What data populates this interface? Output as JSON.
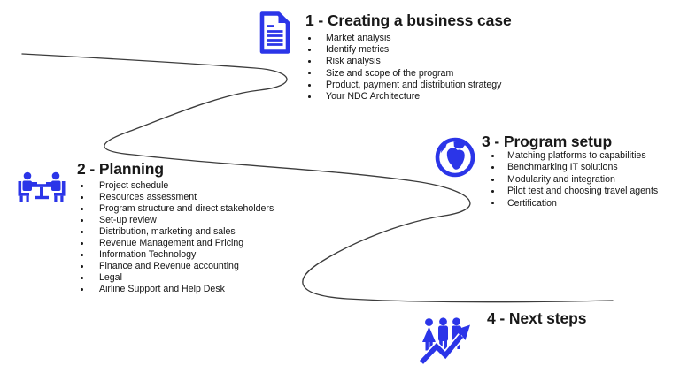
{
  "colors": {
    "icon_blue": "#2B35E8",
    "line": "#3C3C3C",
    "text": "#161616"
  },
  "steps": [
    {
      "title": "1 - Creating a business case",
      "icon": "document-icon",
      "bullets": [
        "Market analysis",
        "Identify metrics",
        "Risk analysis",
        "Size and scope of the program",
        "Product, payment and distribution strategy",
        "Your NDC Architecture"
      ]
    },
    {
      "title": "2 - Planning",
      "icon": "meeting-icon",
      "bullets": [
        "Project schedule",
        "Resources assessment",
        "Program structure and direct stakeholders",
        "Set-up review",
        "Distribution, marketing and sales",
        "Revenue Management and Pricing",
        "Information Technology",
        "Finance and Revenue accounting",
        "Legal",
        "Airline Support and Help Desk"
      ]
    },
    {
      "title": "3 - Program setup",
      "icon": "globe-icon",
      "bullets": [
        "Matching platforms to capabilities",
        "Benchmarking IT solutions",
        "Modularity and integration",
        "Pilot test and choosing travel agents",
        "Certification"
      ]
    },
    {
      "title": "4 - Next steps",
      "icon": "people-growth-icon",
      "bullets": []
    }
  ]
}
